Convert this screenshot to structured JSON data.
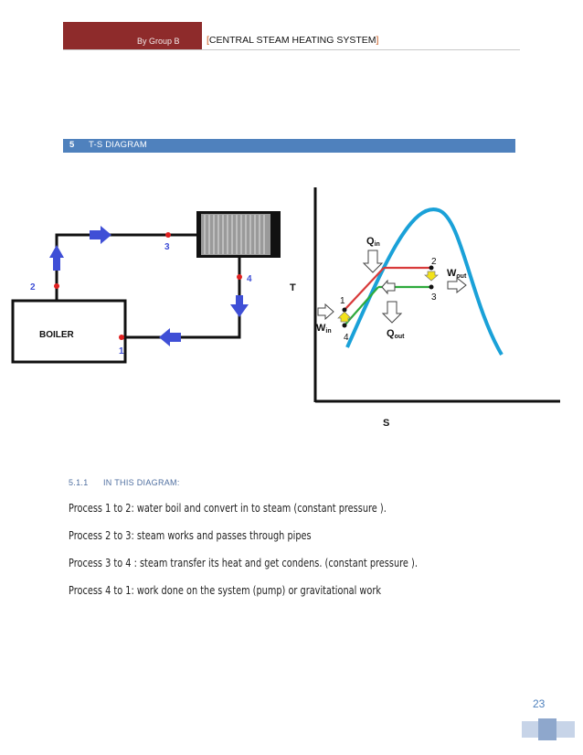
{
  "header": {
    "author": "By Group B",
    "title_open": "[",
    "title": "CENTRAL STEAM HEATING SYSTEM",
    "title_close": "]"
  },
  "section": {
    "number": "5",
    "title": "T-S DIAGRAM"
  },
  "circuit": {
    "points": [
      "1",
      "2",
      "3",
      "4"
    ],
    "boiler_label": "BOILER"
  },
  "ts_diagram": {
    "t_axis": "T",
    "s_axis": "S",
    "points": [
      "1",
      "2",
      "3",
      "4"
    ],
    "q_in": "Q",
    "q_in_sub": "in",
    "q_out": "Q",
    "q_out_sub": "out",
    "w_in": "W",
    "w_in_sub": "in",
    "w_out": "W",
    "w_out_sub": "out"
  },
  "subsection": {
    "number": "5.1.1",
    "title": "IN THIS DIAGRAM:"
  },
  "processes": [
    "Process 1 to 2: water boil and convert in to steam (constant pressure ).",
    "Process 2 to 3: steam works and passes through pipes",
    "Process 3 to 4 : steam transfer its heat and get condens. (constant pressure ).",
    "Process 4 to 1: work done on the system (pump) or gravitational work"
  ],
  "page_number": "23",
  "colors": {
    "header_red": "#8e2b2b",
    "section_blue": "#4f81bd",
    "arrow_blue": "#3f4fd6",
    "curve_blue": "#1aa1d8",
    "point_red": "#e02020",
    "line_red": "#d83a3a",
    "line_green": "#2eaa3c",
    "arrow_yellow": "#f2e21a"
  }
}
